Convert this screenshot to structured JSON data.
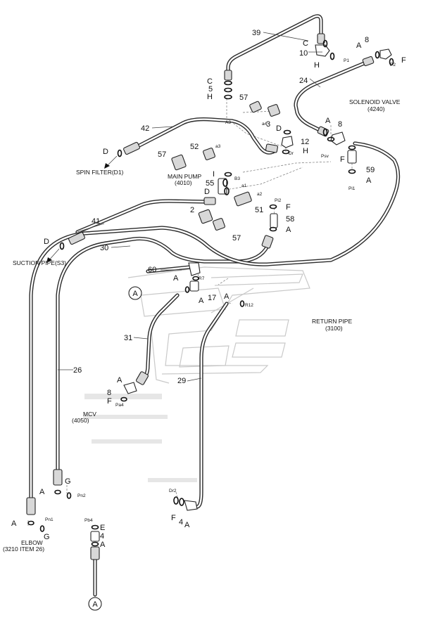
{
  "components": {
    "spin_filter": "SPIN FILTER(D1)",
    "main_pump": "MAIN PUMP",
    "main_pump_no": "(4010)",
    "suction_pipe": "SUCTION PIPE(S3)",
    "solenoid_valve": "SOLENOID VALVE",
    "solenoid_valve_no": "(4240)",
    "return_pipe": "RETURN PIPE",
    "return_pipe_no": "(3100)",
    "mcv": "MCV",
    "mcv_no": "(4050)",
    "elbow": "ELBOW",
    "elbow_no": "(3210 ITEM 26)"
  },
  "callouts": {
    "n39": "39",
    "n10": "10",
    "n8a": "8",
    "n24": "24",
    "n57a": "57",
    "n3": "3",
    "n12": "12",
    "n8b": "8",
    "n42": "42",
    "n52": "52",
    "n57b": "57",
    "n55": "55",
    "n59": "59",
    "n2": "2",
    "n51": "51",
    "n58": "58",
    "n41": "41",
    "n57c": "57",
    "n30": "30",
    "n60": "60",
    "n17": "17",
    "n31": "31",
    "n26": "26",
    "n8c": "8",
    "n29": "29",
    "n4a": "4",
    "n4b": "4"
  },
  "letters": {
    "C1": "C",
    "H1": "H",
    "A1": "A",
    "F1": "F",
    "C2": "C",
    "n5": "5",
    "H2": "H",
    "D1": "D",
    "H3": "H",
    "A2": "A",
    "F2": "F",
    "A3": "A",
    "D2": "D",
    "I": "I",
    "D3": "D",
    "F3": "F",
    "A4": "A",
    "D4": "D",
    "A5": "A",
    "A6": "A",
    "A7": "A",
    "A8": "A",
    "F4": "F",
    "A9": "A",
    "G1": "G",
    "A10": "A",
    "G2": "G",
    "E": "E",
    "A11": "A",
    "F5": "F",
    "A12": "A"
  },
  "ports": {
    "P1": "P1",
    "P2": "P2",
    "A3": "A3",
    "a4": "a4",
    "Dr": "Dr",
    "a3": "a3",
    "Psv": "Psv",
    "B3": "B3",
    "a1": "a1",
    "a2": "a2",
    "Pi2": "Pi2",
    "Pi1": "Pi1",
    "R7": "R7",
    "R12": "R12",
    "Pa4": "Pa4",
    "Pn2": "Pn2",
    "Pn1": "Pn1",
    "Pb4": "Pb4",
    "Dr2": "Dr2"
  },
  "connectors": {
    "top": "A",
    "bottom": "A"
  }
}
